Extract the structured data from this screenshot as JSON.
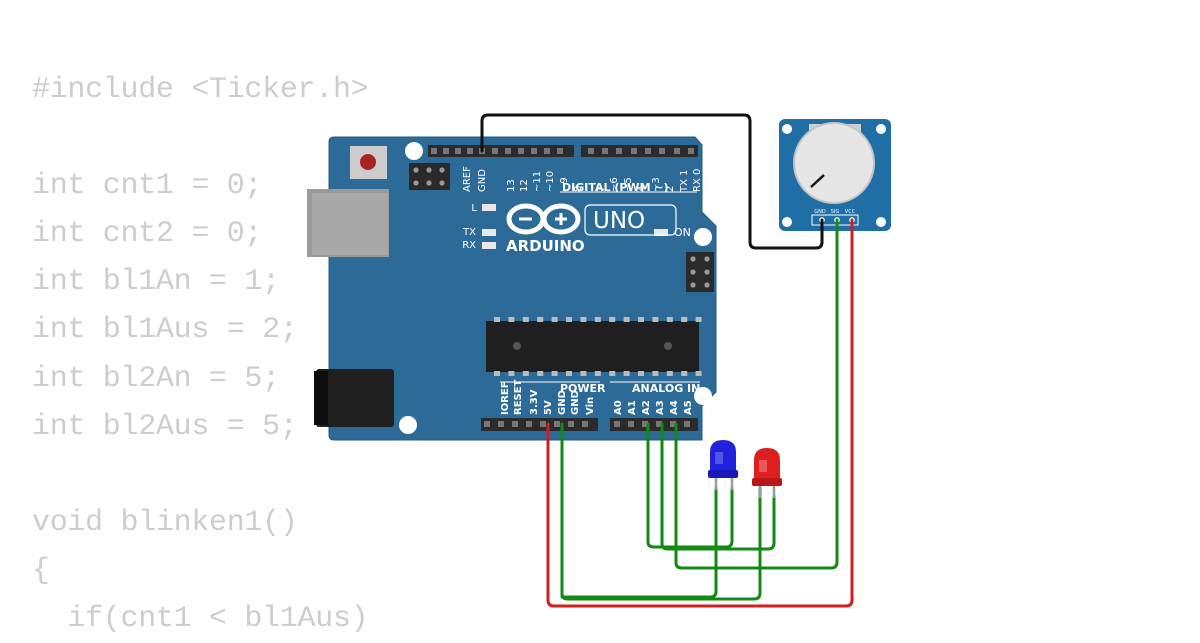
{
  "sketch": {
    "lines": [
      "#include <Ticker.h>",
      "",
      "int cnt1 = 0;",
      "int cnt2 = 0;",
      "int bl1An = 1;",
      "int bl1Aus = 2;",
      "int bl2An = 5;",
      "int bl2Aus = 5;",
      "",
      "void blinken1()",
      "{",
      "  if(cnt1 < bl1Aus)"
    ]
  },
  "board": {
    "brand": "ARDUINO",
    "model": "UNO",
    "digital_header": "DIGITAL (PWM ~)",
    "top_pins": [
      "AREF",
      "GND",
      "13",
      "12",
      "~11",
      "~10",
      "~9",
      "8",
      "7",
      "~6",
      "~5",
      "4",
      "~3",
      "2",
      "TX 1",
      "RX 0"
    ],
    "power_header": "POWER",
    "power_pins": [
      "IOREF",
      "RESET",
      "3.3V",
      "5V",
      "GND",
      "GND",
      "Vin"
    ],
    "analog_header": "ANALOG IN",
    "analog_pins": [
      "A0",
      "A1",
      "A2",
      "A3",
      "A4",
      "A5"
    ],
    "leds": {
      "l": "L",
      "tx": "TX",
      "rx": "RX",
      "on": "ON"
    }
  },
  "potentiometer": {
    "pins": [
      "GND",
      "SIG",
      "VCC"
    ]
  },
  "colors": {
    "board": "#2c6b98",
    "wire_red": "#d11f1f",
    "wire_green": "#138a13",
    "wire_black": "#111111",
    "led_blue": "#2222dd",
    "led_red": "#dd1f1f",
    "code_text": "#cdcdcd"
  }
}
